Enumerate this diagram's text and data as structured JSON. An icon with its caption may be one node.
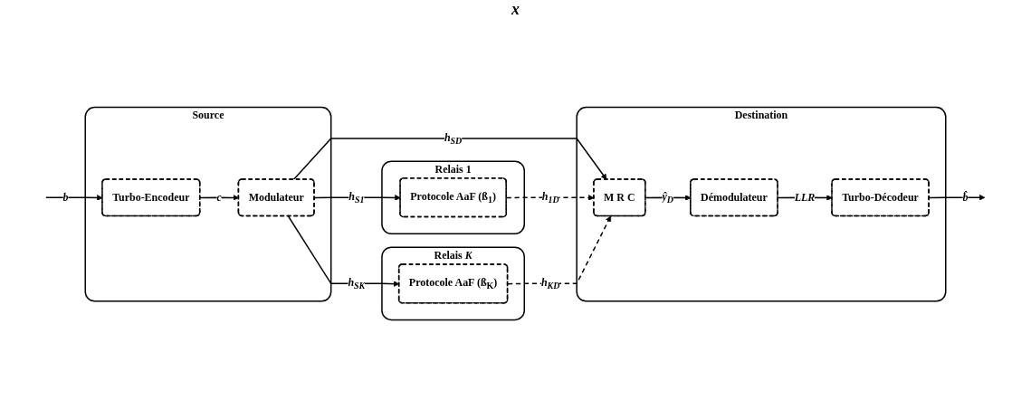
{
  "diagram": {
    "nodes": [
      {
        "text": [
          "Source"
        ]
      },
      {
        "text": [
          "Turbo-Encodeur"
        ],
        "in": 0
      },
      {
        "text": [
          "Modulateur"
        ],
        "in": 0
      },
      {
        "text": [
          "Relais 1"
        ]
      },
      {
        "text": [
          "Protocole AaF (ß$_{1}$)"
        ],
        "in": 3
      },
      {
        "text": [
          "Relais *K*"
        ]
      },
      {
        "text": [
          "Protocole AaF (ß$_{K}$)"
        ],
        "in": 5
      },
      {
        "text": [
          "Destination"
        ]
      },
      {
        "text": [
          "M R C"
        ],
        "in": 7
      },
      {
        "text": [
          "Démodulateur"
        ],
        "in": 7
      },
      {
        "text": [
          "Turbo-Décodeur"
        ],
        "in": 7
      }
    ],
    "edges": [
      {
        "from": null,
        "to": 1,
        "arrow": "to",
        "label": "b"
      },
      {
        "from": 1,
        "to": 2,
        "arrow": "to",
        "label": "c"
      },
      {
        "from": 2,
        "to": 4,
        "arrow": "to",
        "label": "h$_{S1}$"
      },
      {
        "from": 2,
        "to": 8,
        "arrow": "to",
        "label": "h$_{SD}$"
      },
      {
        "from": 2,
        "to": 6,
        "arrow": "to",
        "label": "h$_{SK}$"
      },
      {
        "from": 4,
        "to": 8,
        "arrow": "to",
        "label": "h$_{1D}$",
        "style": "dashed"
      },
      {
        "from": 6,
        "to": 8,
        "arrow": "to",
        "label": "h$_{KD}$",
        "style": "dashed"
      },
      {
        "from": 8,
        "to": 9,
        "arrow": "to",
        "label": "ŷ$_{D}$"
      },
      {
        "from": 9,
        "to": 10,
        "arrow": "to",
        "label": "*LLR*"
      },
      {
        "from": 10,
        "to": null,
        "arrow": "to",
        "label": "b̂"
      }
    ],
    "labels": [
      "x"
    ]
  }
}
